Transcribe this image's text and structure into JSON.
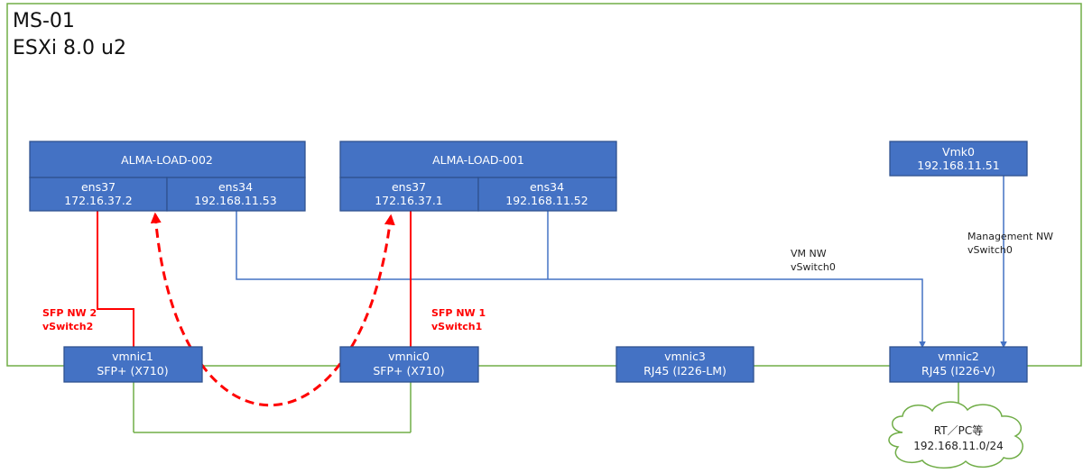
{
  "host": {
    "name": "MS-01",
    "version": "ESXi 8.0 u2"
  },
  "vms": [
    {
      "name": "ALMA-LOAD-002",
      "nics": [
        {
          "name": "ens37",
          "ip": "172.16.37.2"
        },
        {
          "name": "ens34",
          "ip": "192.168.11.53"
        }
      ]
    },
    {
      "name": "ALMA-LOAD-001",
      "nics": [
        {
          "name": "ens37",
          "ip": "172.16.37.1"
        },
        {
          "name": "ens34",
          "ip": "192.168.11.52"
        }
      ]
    }
  ],
  "vmk": {
    "name": "Vmk0",
    "ip": "192.168.11.51"
  },
  "vmnics": [
    {
      "name": "vmnic1",
      "type": "SFP+ (X710)"
    },
    {
      "name": "vmnic0",
      "type": "SFP+ (X710)"
    },
    {
      "name": "vmnic3",
      "type": "RJ45 (I226-LM)"
    },
    {
      "name": "vmnic2",
      "type": "RJ45 (I226-V)"
    }
  ],
  "networks": {
    "sfp2": {
      "name": "SFP NW 2",
      "switch": "vSwitch2"
    },
    "sfp1": {
      "name": "SFP NW 1",
      "switch": "vSwitch1"
    },
    "vm": {
      "name": "VM NW",
      "switch": "vSwitch0"
    },
    "mgmt": {
      "name": "Management NW",
      "switch": "vSwitch0"
    }
  },
  "cloud": {
    "line1": "RT／PC等",
    "line2": "192.168.11.0/24"
  },
  "colors": {
    "host_border": "#70ad47",
    "box_fill": "#4472c4",
    "box_border": "#2f528f",
    "sfp_line": "#ff0000",
    "vm_line": "#4472c4",
    "physical_line": "#70ad47"
  }
}
